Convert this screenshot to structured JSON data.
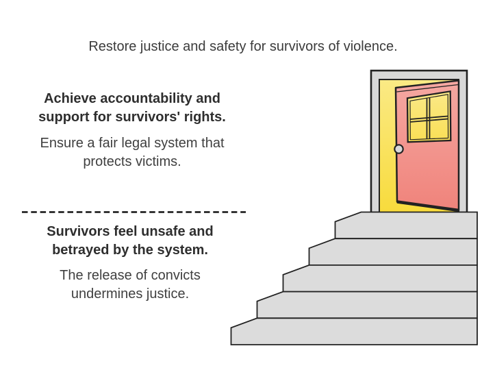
{
  "title": "Restore justice and safety for survivors of violence.",
  "sections": {
    "aspiration": {
      "heading": [
        "Achieve accountability and",
        "support for survivors' rights."
      ],
      "body": [
        "Ensure a fair legal system that",
        "protects victims."
      ]
    },
    "reality": {
      "heading": [
        "Survivors feel unsafe and",
        "betrayed by the system."
      ],
      "body": [
        "The release of convicts",
        "undermines justice."
      ]
    }
  },
  "illustration": {
    "scene": "open door at the top of a staircase",
    "steps_visible": 5
  },
  "colors": {
    "title_text": "#3b3b3b",
    "heading_text": "#2e2e2e",
    "body_text": "#3f3f3f",
    "divider": "#262626",
    "outline": "#222222",
    "stair_gray": "#dcdcdc",
    "frame_gray": "#d8d8d8",
    "knob_gray": "#d9d9d9",
    "doorway_yellow_top": "#fbea85",
    "doorway_yellow_bottom": "#f8db3c",
    "pane_yellow_top": "#fbe988",
    "pane_yellow_bottom": "#f9df55",
    "door_pink_top": "#f5a8a2",
    "door_pink_bottom": "#f0837b"
  }
}
